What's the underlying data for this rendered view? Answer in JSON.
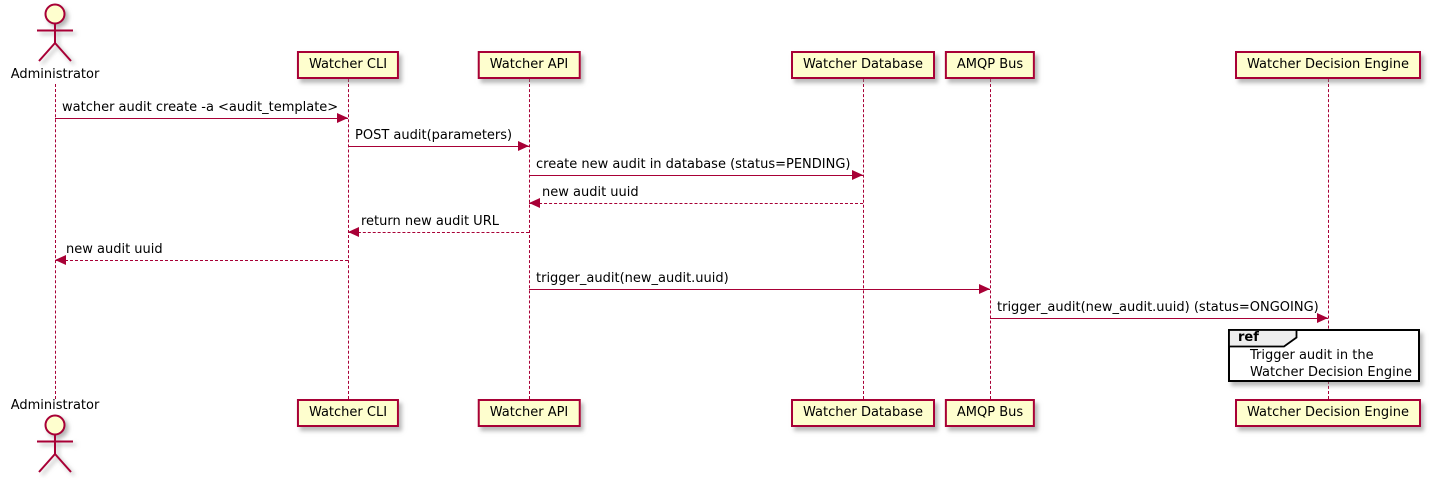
{
  "diagram": {
    "type": "uml-sequence-diagram",
    "colors": {
      "participant_fill": "#FEFECE",
      "participant_border": "#A80036",
      "arrow_line": "#A80036",
      "lifeline": "#A80036",
      "message_text": "#000000",
      "ref_fill": "#FFFFFF",
      "ref_border": "#000000",
      "ref_tab_fill": "#EEEEEE",
      "background": "#FFFFFF"
    },
    "actor": {
      "name": "Administrator"
    },
    "participants": [
      {
        "name": "Watcher CLI"
      },
      {
        "name": "Watcher API"
      },
      {
        "name": "Watcher Database"
      },
      {
        "name": "AMQP Bus"
      },
      {
        "name": "Watcher Decision Engine"
      }
    ],
    "messages": [
      {
        "from": "Administrator",
        "to": "Watcher CLI",
        "style": "solid",
        "text": "watcher audit create -a <audit_template>"
      },
      {
        "from": "Watcher CLI",
        "to": "Watcher API",
        "style": "solid",
        "text": "POST audit(parameters)"
      },
      {
        "from": "Watcher API",
        "to": "Watcher Database",
        "style": "solid",
        "text": "create new audit in database (status=PENDING)"
      },
      {
        "from": "Watcher Database",
        "to": "Watcher API",
        "style": "dashed",
        "text": "new audit uuid"
      },
      {
        "from": "Watcher API",
        "to": "Watcher CLI",
        "style": "dashed",
        "text": "return new audit URL"
      },
      {
        "from": "Watcher CLI",
        "to": "Administrator",
        "style": "dashed",
        "text": "new audit uuid"
      },
      {
        "from": "Watcher API",
        "to": "AMQP Bus",
        "style": "solid",
        "text": "trigger_audit(new_audit.uuid)"
      },
      {
        "from": "AMQP Bus",
        "to": "Watcher Decision Engine",
        "style": "solid",
        "text": "trigger_audit(new_audit.uuid) (status=ONGOING)"
      }
    ],
    "ref_fragment": {
      "label": "ref",
      "line1": "Trigger audit in the",
      "line2": "Watcher Decision Engine"
    }
  }
}
